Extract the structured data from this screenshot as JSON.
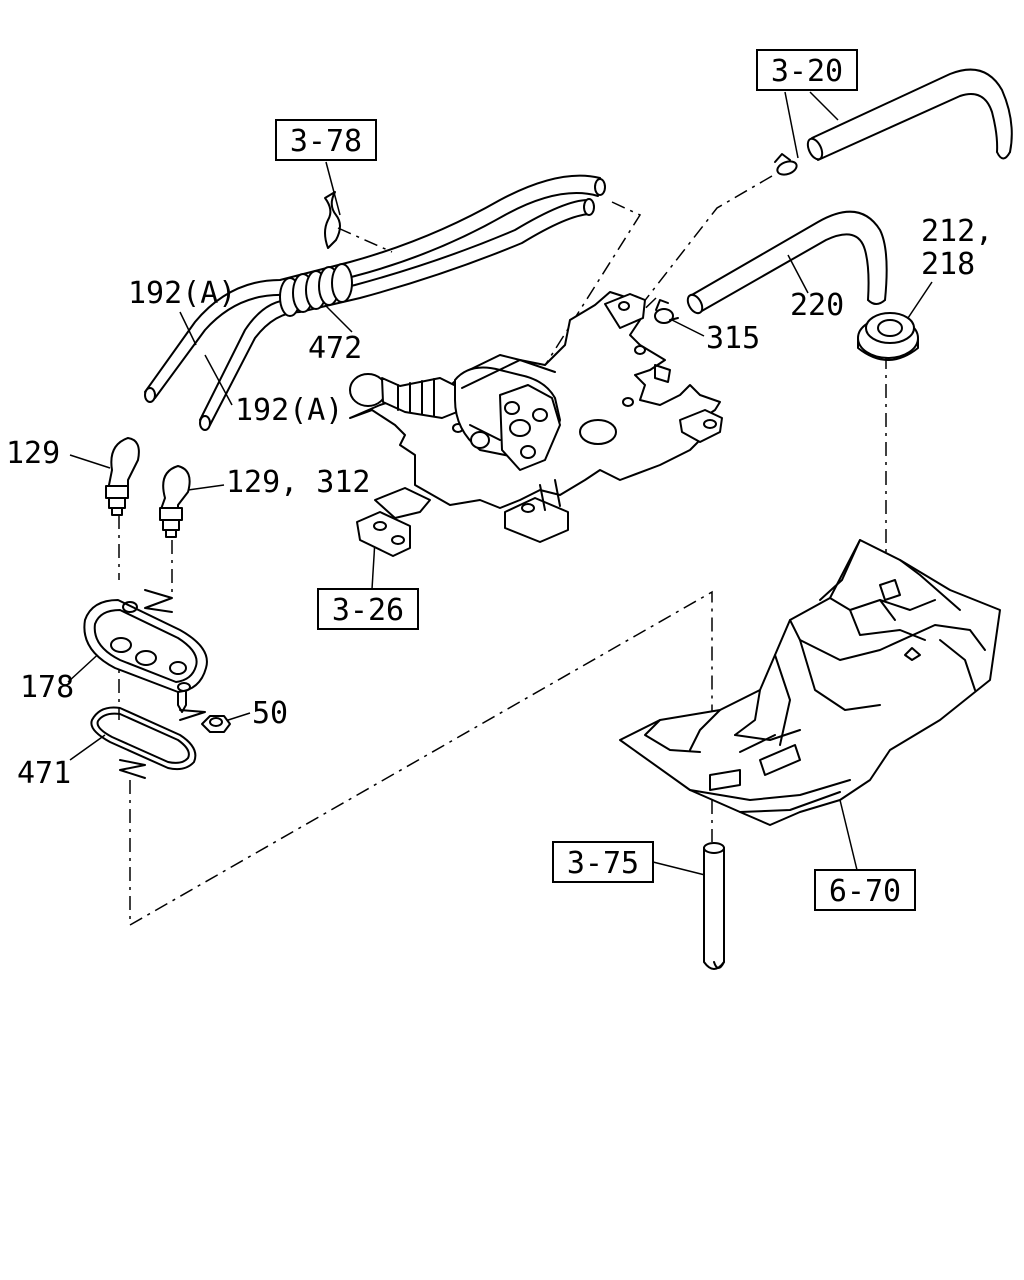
{
  "refs": {
    "r320": "3-20",
    "r378": "3-78",
    "r326": "3-26",
    "r375": "3-75",
    "r670": "6-70"
  },
  "parts": {
    "p192a_1": "192(A)",
    "p192a_2": "192(A)",
    "p472": "472",
    "p129": "129",
    "p129_312": "129, 312",
    "p178": "178",
    "p50": "50",
    "p471": "471",
    "p315": "315",
    "p220": "220",
    "p212": "212,",
    "p218": "218"
  }
}
